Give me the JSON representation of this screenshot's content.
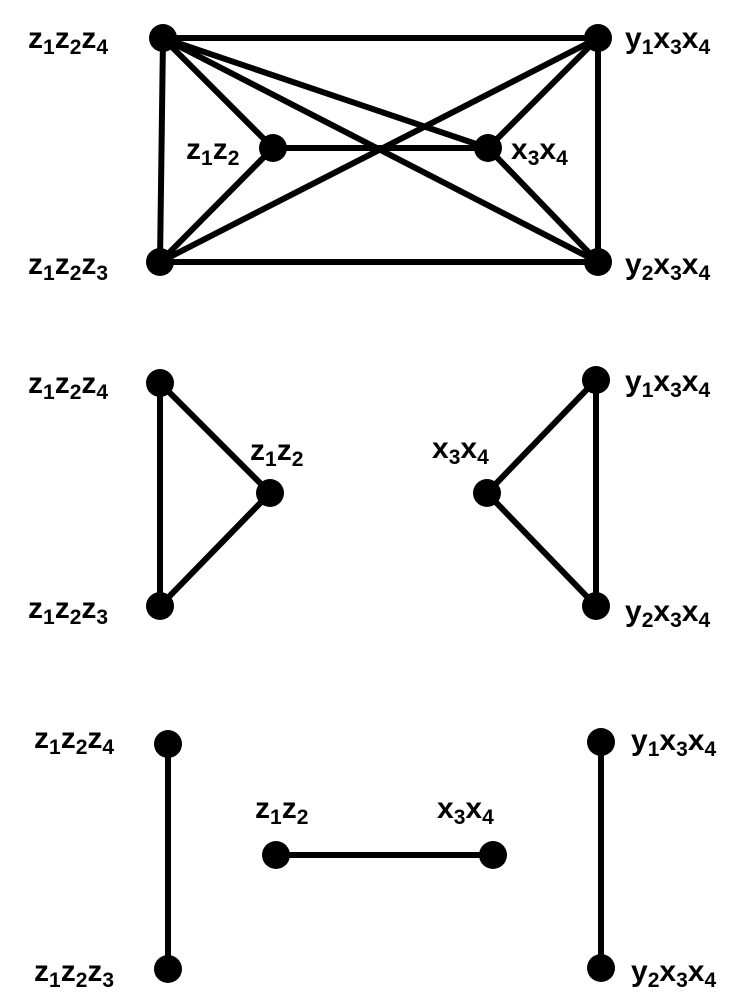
{
  "diagrams": [
    {
      "nodes": [
        {
          "id": "a",
          "var": [
            "z",
            "z",
            "z"
          ],
          "sub": [
            "1",
            "2",
            "4"
          ]
        },
        {
          "id": "b",
          "var": [
            "y",
            "x",
            "x"
          ],
          "sub": [
            "1",
            "3",
            "4"
          ]
        },
        {
          "id": "c",
          "var": [
            "z",
            "z"
          ],
          "sub": [
            "1",
            "2"
          ]
        },
        {
          "id": "d",
          "var": [
            "x",
            "x"
          ],
          "sub": [
            "3",
            "4"
          ]
        },
        {
          "id": "e",
          "var": [
            "z",
            "z",
            "z"
          ],
          "sub": [
            "1",
            "2",
            "3"
          ]
        },
        {
          "id": "f",
          "var": [
            "y",
            "x",
            "x"
          ],
          "sub": [
            "2",
            "3",
            "4"
          ]
        }
      ],
      "edges": [
        [
          "a",
          "b"
        ],
        [
          "a",
          "e"
        ],
        [
          "b",
          "f"
        ],
        [
          "e",
          "f"
        ],
        [
          "a",
          "c"
        ],
        [
          "a",
          "d"
        ],
        [
          "a",
          "f"
        ],
        [
          "e",
          "c"
        ],
        [
          "e",
          "b"
        ],
        [
          "b",
          "d"
        ],
        [
          "f",
          "d"
        ],
        [
          "c",
          "d"
        ]
      ]
    },
    {
      "nodes": [
        {
          "id": "a",
          "var": [
            "z",
            "z",
            "z"
          ],
          "sub": [
            "1",
            "2",
            "4"
          ]
        },
        {
          "id": "b",
          "var": [
            "y",
            "x",
            "x"
          ],
          "sub": [
            "1",
            "3",
            "4"
          ]
        },
        {
          "id": "c",
          "var": [
            "z",
            "z"
          ],
          "sub": [
            "1",
            "2"
          ]
        },
        {
          "id": "d",
          "var": [
            "x",
            "x"
          ],
          "sub": [
            "3",
            "4"
          ]
        },
        {
          "id": "e",
          "var": [
            "z",
            "z",
            "z"
          ],
          "sub": [
            "1",
            "2",
            "3"
          ]
        },
        {
          "id": "f",
          "var": [
            "y",
            "x",
            "x"
          ],
          "sub": [
            "2",
            "3",
            "4"
          ]
        }
      ],
      "edges": [
        [
          "a",
          "e"
        ],
        [
          "a",
          "c"
        ],
        [
          "e",
          "c"
        ],
        [
          "b",
          "f"
        ],
        [
          "b",
          "d"
        ],
        [
          "f",
          "d"
        ]
      ]
    },
    {
      "nodes": [
        {
          "id": "a",
          "var": [
            "z",
            "z",
            "z"
          ],
          "sub": [
            "1",
            "2",
            "4"
          ]
        },
        {
          "id": "b",
          "var": [
            "y",
            "x",
            "x"
          ],
          "sub": [
            "1",
            "3",
            "4"
          ]
        },
        {
          "id": "c",
          "var": [
            "z",
            "z"
          ],
          "sub": [
            "1",
            "2"
          ]
        },
        {
          "id": "d",
          "var": [
            "x",
            "x"
          ],
          "sub": [
            "3",
            "4"
          ]
        },
        {
          "id": "e",
          "var": [
            "z",
            "z",
            "z"
          ],
          "sub": [
            "1",
            "2",
            "3"
          ]
        },
        {
          "id": "f",
          "var": [
            "y",
            "x",
            "x"
          ],
          "sub": [
            "2",
            "3",
            "4"
          ]
        }
      ],
      "edges": [
        [
          "a",
          "e"
        ],
        [
          "b",
          "f"
        ],
        [
          "c",
          "d"
        ]
      ]
    }
  ]
}
